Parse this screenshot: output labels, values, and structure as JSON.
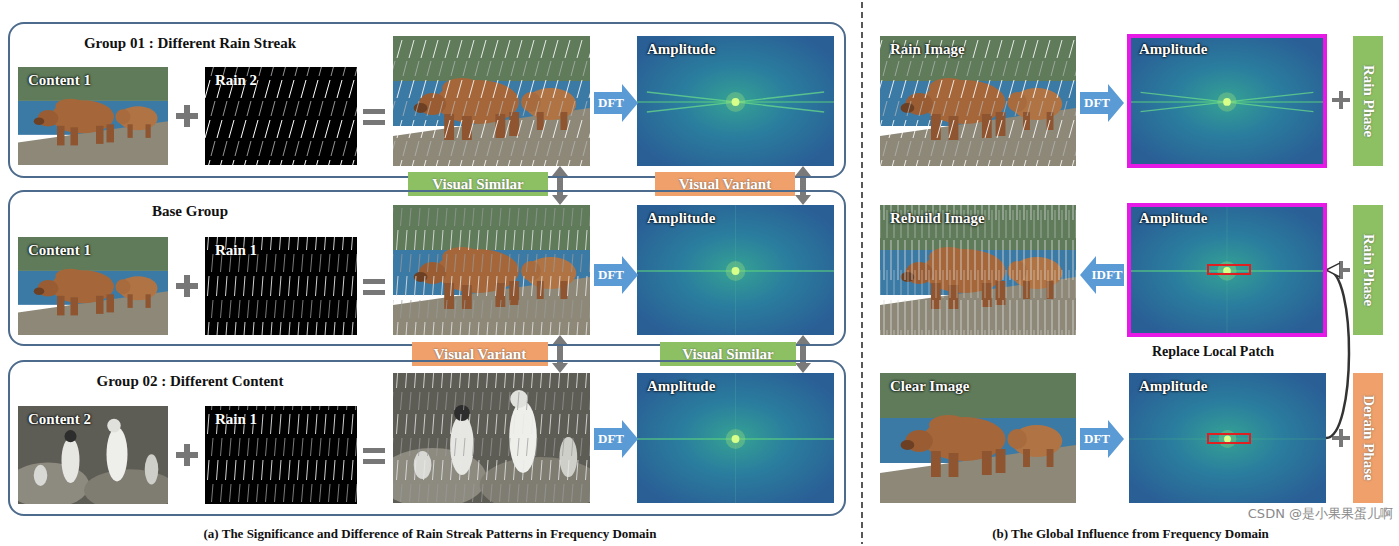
{
  "diagram": {
    "nodes": [
      {
        "text": [
          "Group 01 : Different Rain Streak"
        ]
      },
      {
        "text": [
          "Content 1"
        ],
        "in": 0
      },
      {
        "text": [
          "Rain 2"
        ],
        "in": 0
      },
      {
        "text": [
          "DFT"
        ],
        "in": 0
      },
      {
        "text": [
          "Amplitude"
        ],
        "in": 0
      },
      {
        "text": [
          "Visual Similar"
        ]
      },
      {
        "text": [
          "Visual Variant"
        ]
      },
      {
        "text": [
          "Base Group"
        ]
      },
      {
        "text": [
          "Content 1"
        ],
        "in": 7
      },
      {
        "text": [
          "Rain 1"
        ],
        "in": 7
      },
      {
        "text": [
          "DFT"
        ],
        "in": 7
      },
      {
        "text": [
          "Amplitude"
        ],
        "in": 7
      },
      {
        "text": [
          "Visual Variant"
        ]
      },
      {
        "text": [
          "Visual Similar"
        ]
      },
      {
        "text": [
          "Group 02 : Different Content"
        ]
      },
      {
        "text": [
          "Content 2"
        ],
        "in": 14
      },
      {
        "text": [
          "Rain 1"
        ],
        "in": 14
      },
      {
        "text": [
          "DFT"
        ],
        "in": 14
      },
      {
        "text": [
          "Amplitude"
        ],
        "in": 14
      },
      {
        "text": [
          "Rain Image"
        ]
      },
      {
        "text": [
          "DFT"
        ]
      },
      {
        "text": [
          "Amplitude"
        ]
      },
      {
        "text": [
          "Rain Phase"
        ]
      },
      {
        "text": [
          "Rebuild Image"
        ]
      },
      {
        "text": [
          "IDFT"
        ]
      },
      {
        "text": [
          "Amplitude"
        ]
      },
      {
        "text": [
          "Rain Phase"
        ]
      },
      {
        "text": [
          "Clear Image"
        ]
      },
      {
        "text": [
          "DFT"
        ]
      },
      {
        "text": [
          "Amplitude"
        ]
      },
      {
        "text": [
          "Derain Phase"
        ]
      }
    ],
    "edges": [
      {
        "from": 29,
        "to": 25,
        "arrow": "to",
        "label": "Replace Local Patch"
      }
    ],
    "labels": [
      "(a) The Significance and Difference of Rain Streak Patterns in Frequency Domain",
      "(b) The Global Influence from Frequency Domain",
      "CSDN @是小果果蛋儿啊"
    ]
  }
}
